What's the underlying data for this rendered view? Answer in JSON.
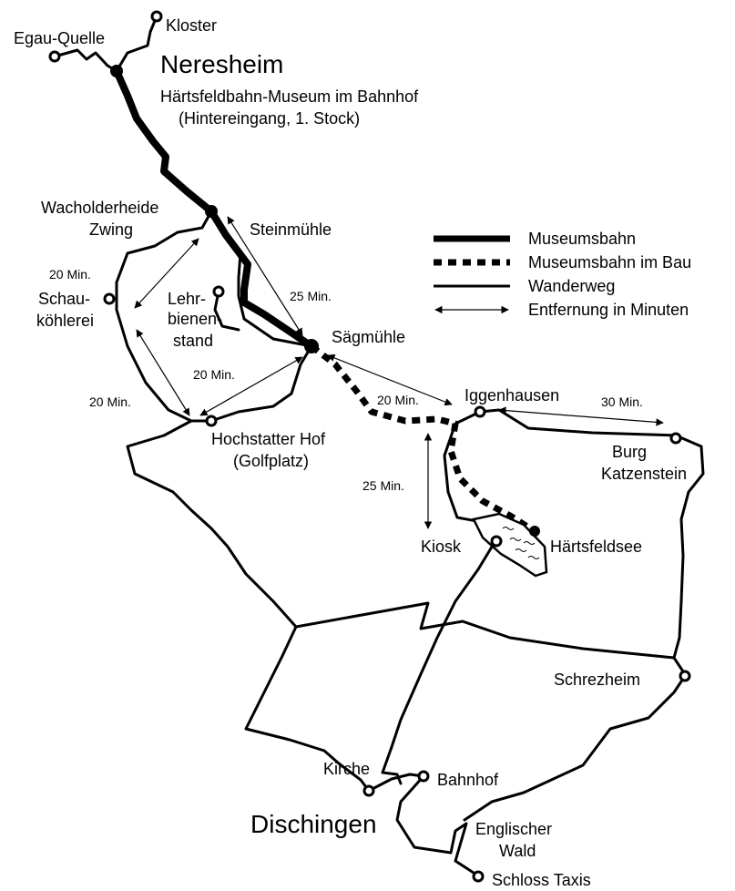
{
  "places": {
    "egau_quelle": "Egau-Quelle",
    "kloster": "Kloster",
    "neresheim": "Neresheim",
    "museum_line1": "Härtsfeldbahn-Museum im Bahnhof",
    "museum_line2": "(Hintereingang, 1. Stock)",
    "wacholderheide_line1": "Wacholderheide",
    "wacholderheide_line2": "Zwing",
    "steinmuehle": "Steinmühle",
    "lehrbienenstand_line1": "Lehr-",
    "lehrbienenstand_line2": "bienen-",
    "lehrbienenstand_line3": "stand",
    "schaukoehlerei_line1": "Schau-",
    "schaukoehlerei_line2": "köhlerei",
    "saegmuehle": "Sägmühle",
    "iggenhausen": "Iggenhausen",
    "hochstatter_line1": "Hochstatter Hof",
    "hochstatter_line2": "(Golfplatz)",
    "burg_line1": "Burg",
    "burg_line2": "Katzenstein",
    "kiosk": "Kiosk",
    "haertsfeldsee": "Härtsfeldsee",
    "schrezheim": "Schrezheim",
    "kirche": "Kirche",
    "bahnhof": "Bahnhof",
    "dischingen": "Dischingen",
    "englischer_line1": "Englischer",
    "englischer_line2": "Wald",
    "schloss_taxis": "Schloss Taxis"
  },
  "distances": {
    "d_20_a": "20 Min.",
    "d_25_a": "25 Min.",
    "d_20_b": "20 Min.",
    "d_20_c": "20 Min.",
    "d_20_d": "20 Min.",
    "d_30": "30 Min.",
    "d_25_b": "25 Min."
  },
  "legend": {
    "museumsbahn": "Museumsbahn",
    "museumsbahn_bau": "Museumsbahn im Bau",
    "wanderweg": "Wanderweg",
    "entfernung": "Entfernung in Minuten"
  }
}
